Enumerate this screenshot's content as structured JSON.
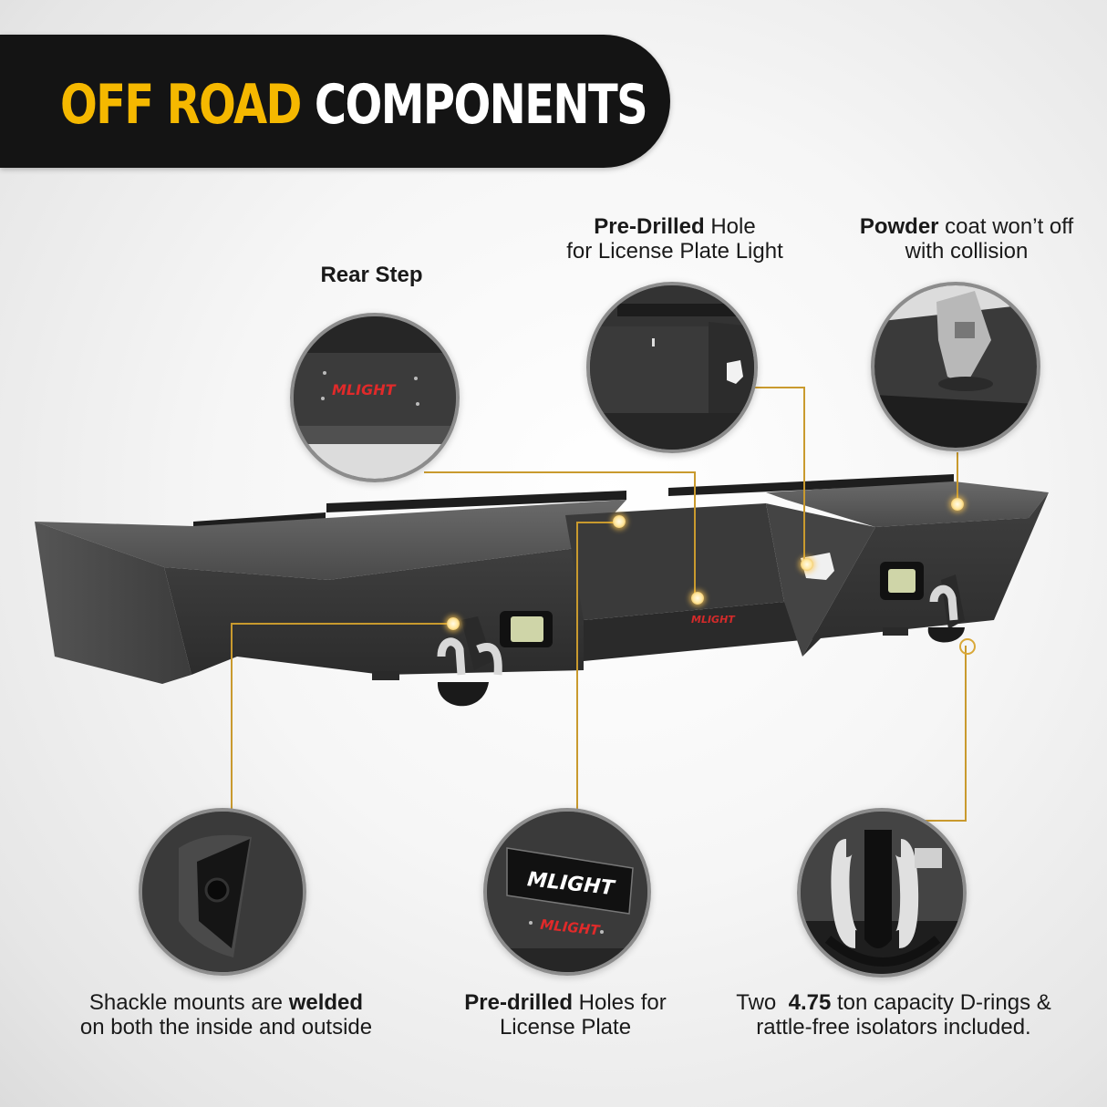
{
  "header": {
    "title_accent": "OFF ROAD",
    "title_main": "COMPONENTS",
    "accent_color": "#f5b800",
    "bar_color": "#141414"
  },
  "callouts": {
    "rear_step": {
      "title": "Rear Step"
    },
    "license_light_hole": {
      "bold": "Pre-Drilled",
      "rest_line1": " Hole",
      "line2": "for License Plate Light"
    },
    "powder_coat": {
      "bold": "Powder",
      "rest_line1": " coat won’t off",
      "line2": "with collision"
    },
    "shackle_mounts": {
      "line1_prefix": "Shackle mounts are ",
      "line1_bold": "welded",
      "line2": "on both the inside and outside"
    },
    "license_plate_holes": {
      "bold": "Pre-drilled",
      "rest_line1": " Holes for",
      "line2": "License Plate"
    },
    "d_rings": {
      "prefix": "Two  ",
      "bold": "4.75",
      "rest_line1": " ton capacity D-rings &",
      "line2": "rattle-free isolators included."
    }
  },
  "brand": {
    "logo_text": "LIGHT",
    "logo_mark": "M",
    "logo_color": "#e02a2a"
  },
  "connector_color": "#c99a2e"
}
